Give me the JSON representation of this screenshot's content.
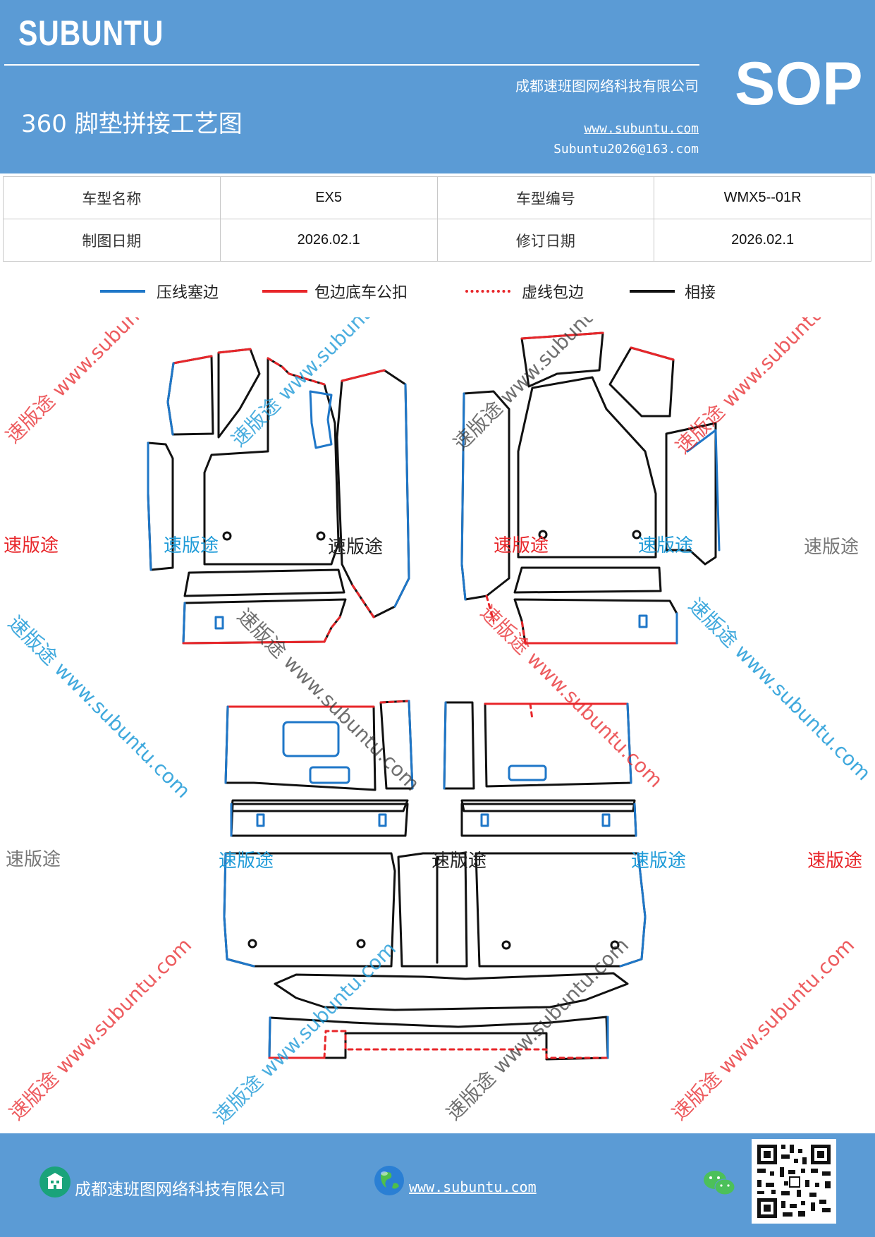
{
  "header": {
    "brand": "SUBUNTU",
    "company": "成都速班图网络科技有限公司",
    "title": "360 脚垫拼接工艺图",
    "website": "www.subuntu.com",
    "email": "Subuntu2026@163.com",
    "badge": "SOP"
  },
  "info_table": {
    "model_name_label": "车型名称",
    "model_name": "EX5",
    "model_code_label": "车型编号",
    "model_code": "WMX5--01R",
    "draw_date_label": "制图日期",
    "draw_date": "2026.02.1",
    "revise_date_label": "修订日期",
    "revise_date": "2026.02.1"
  },
  "legend": [
    {
      "label": "压线塞边",
      "color": "#1f77c8",
      "style": "solid"
    },
    {
      "label": "包边底车公扣",
      "color": "#e8262a",
      "style": "solid"
    },
    {
      "label": "虚线包边",
      "color": "#e8262a",
      "style": "dashed"
    },
    {
      "label": "相接",
      "color": "#111111",
      "style": "solid"
    }
  ],
  "watermarks": {
    "site_text": "速版途 www.subuntu.com",
    "brand_text": "速版途"
  },
  "footer": {
    "company": "成都速班图网络科技有限公司",
    "website": "www.subuntu.com"
  },
  "icons": [
    "building-icon",
    "globe-icon",
    "wechat-icon",
    "qr-code"
  ]
}
